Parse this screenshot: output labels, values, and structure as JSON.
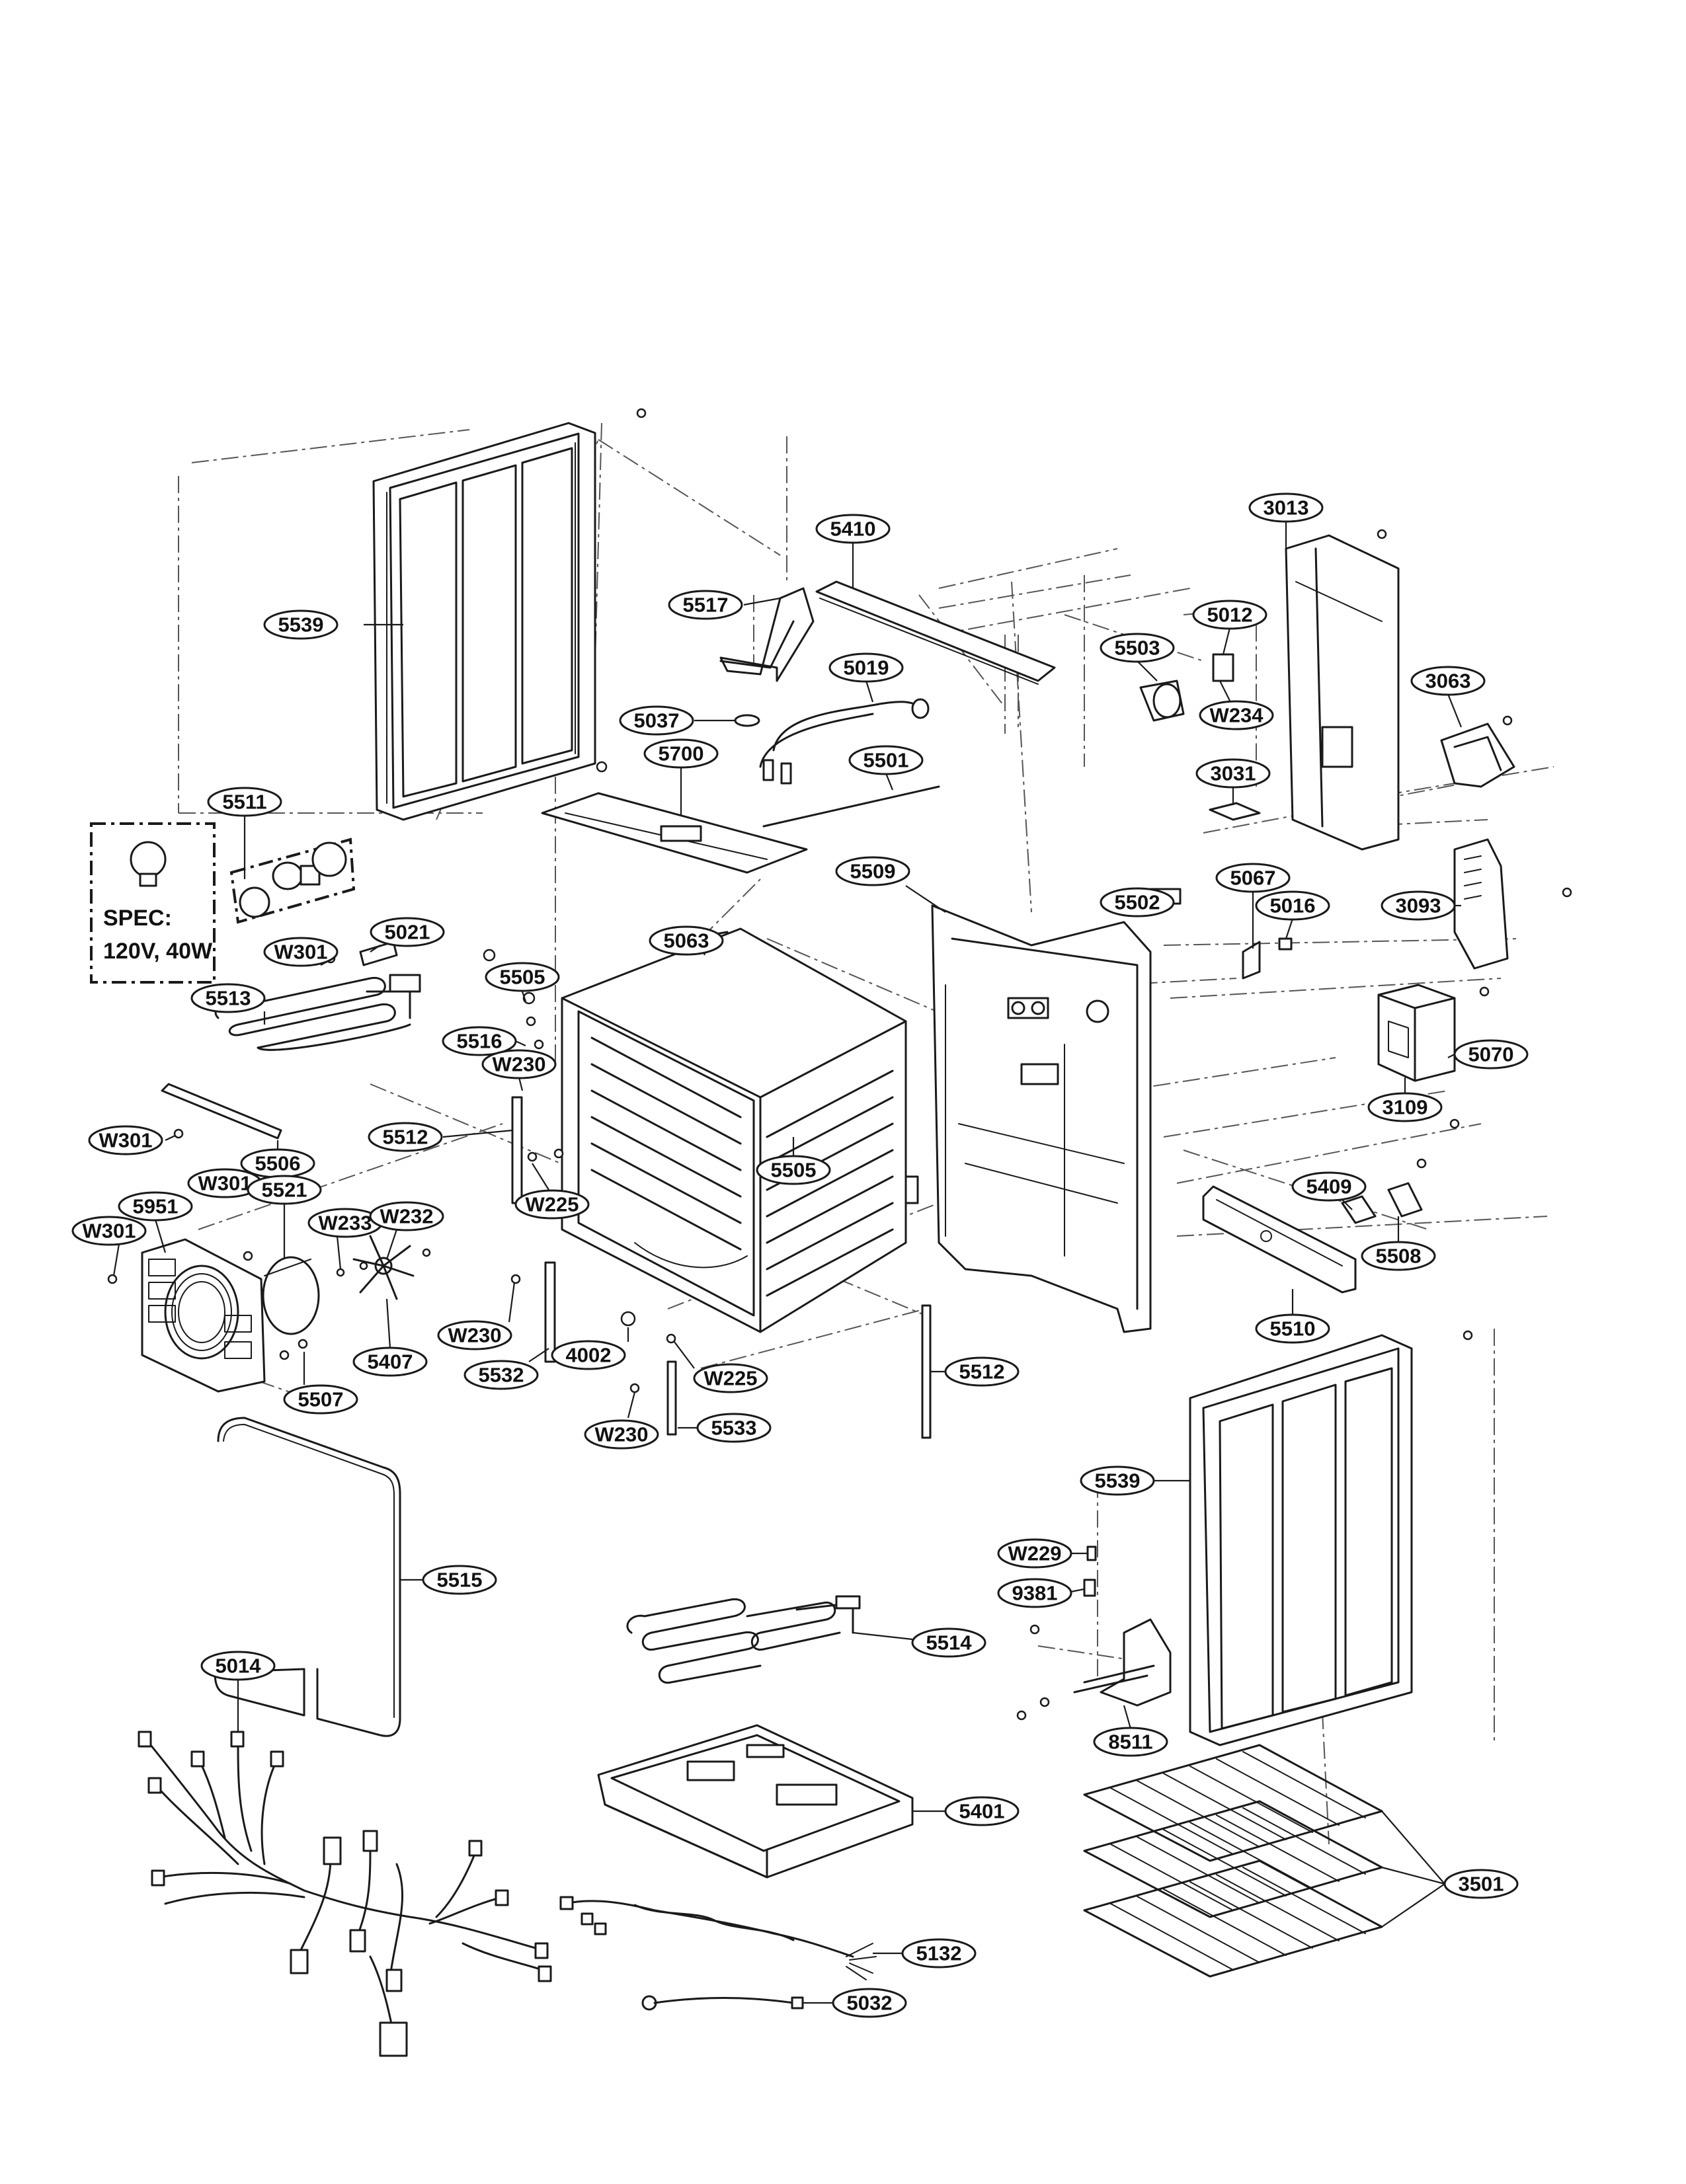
{
  "spec_box": {
    "label": "SPEC:",
    "value": "120V, 40W"
  },
  "callouts": {
    "c5539a": "5539",
    "c5410": "5410",
    "c5517": "5517",
    "c5019": "5019",
    "c5037": "5037",
    "c5501": "5501",
    "c5700": "5700",
    "c3013": "3013",
    "c5012": "5012",
    "c5503": "5503",
    "cW234": "W234",
    "c3063": "3063",
    "c3031": "3031",
    "c5511": "5511",
    "c5509": "5509",
    "c5067": "5067",
    "c5016": "5016",
    "c3093": "3093",
    "cW301a": "W301",
    "c5021": "5021",
    "c5063": "5063",
    "c5502": "5502",
    "c5505a": "5505",
    "c5513": "5513",
    "c5516": "5516",
    "cW230a": "W230",
    "cW301b": "W301",
    "c5506": "5506",
    "c5512a": "5512",
    "c5505b": "5505",
    "cW225a": "W225",
    "c3109": "3109",
    "c5070": "5070",
    "cW301c": "W301",
    "c5951": "5951",
    "c5521": "5521",
    "cW233": "W233",
    "cW232": "W232",
    "cW301d": "W301",
    "c5409": "5409",
    "c5508": "5508",
    "c5510": "5510",
    "cW230b": "W230",
    "c5407": "5407",
    "c5532": "5532",
    "c4002": "4002",
    "cW225b": "W225",
    "c5512b": "5512",
    "c5507": "5507",
    "cW230c": "W230",
    "c5533": "5533",
    "c5539b": "5539",
    "c5515": "5515",
    "cW229": "W229",
    "c9381": "9381",
    "c5514": "5514",
    "c5014": "5014",
    "c8511": "8511",
    "c5401": "5401",
    "c3501": "3501",
    "c5132": "5132",
    "c5032": "5032"
  }
}
